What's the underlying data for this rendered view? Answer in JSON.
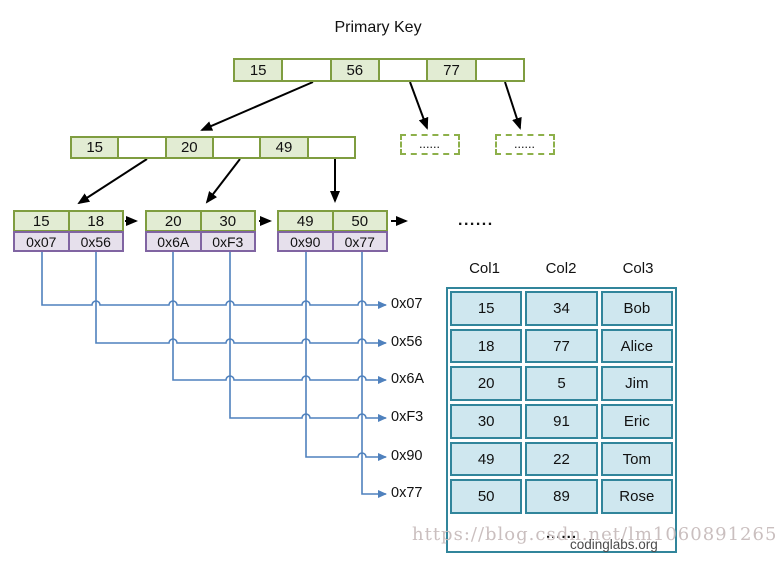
{
  "title": "Primary Key",
  "root_node": {
    "cells": [
      "15",
      "",
      "56",
      "",
      "77",
      ""
    ]
  },
  "internal_node": {
    "cells": [
      "15",
      "",
      "20",
      "",
      "49",
      ""
    ]
  },
  "dashed_nodes": [
    {
      "label": "......"
    },
    {
      "label": "......"
    }
  ],
  "leaf_nodes": [
    {
      "keys": [
        "15",
        "18"
      ],
      "pointers": [
        "0x07",
        "0x56"
      ]
    },
    {
      "keys": [
        "20",
        "30"
      ],
      "pointers": [
        "0x6A",
        "0xF3"
      ]
    },
    {
      "keys": [
        "49",
        "50"
      ],
      "pointers": [
        "0x90",
        "0x77"
      ]
    }
  ],
  "more_leaves_ellipsis": "......",
  "pointer_labels": [
    "0x07",
    "0x56",
    "0x6A",
    "0xF3",
    "0x90",
    "0x77"
  ],
  "data_table": {
    "columns": [
      "Col1",
      "Col2",
      "Col3"
    ],
    "rows": [
      [
        "15",
        "34",
        "Bob"
      ],
      [
        "18",
        "77",
        "Alice"
      ],
      [
        "20",
        "5",
        "Jim"
      ],
      [
        "30",
        "91",
        "Eric"
      ],
      [
        "49",
        "22",
        "Tom"
      ],
      [
        "50",
        "89",
        "Rose"
      ]
    ],
    "footer_ellipsis": "......"
  },
  "watermark": {
    "url": "https://blog.csdn.net/lm1060891265",
    "site": "codinglabs.org"
  },
  "colors": {
    "node_green_fill": "#e2ecd3",
    "node_green_border": "#7f9d40",
    "pointer_purple_fill": "#e6e0ec",
    "pointer_purple_border": "#8064a2",
    "connector_blue": "#4f81bd",
    "table_border_teal": "#31859b",
    "table_cell_fill": "#cfe7ef",
    "dashed_node_border": "#8db04a"
  }
}
